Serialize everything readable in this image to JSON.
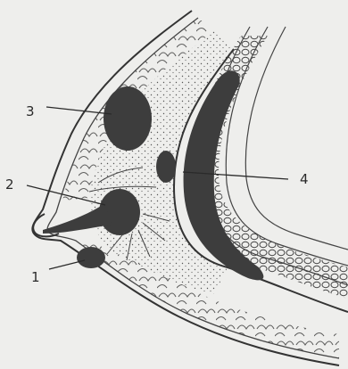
{
  "figure": {
    "colors": {
      "background": "#eeeeec",
      "ink": "#2a2a2a",
      "dark_mass": "#3d3d3d"
    },
    "labels": [
      {
        "id": "label-1",
        "text": "1"
      },
      {
        "id": "label-2",
        "text": "2"
      },
      {
        "id": "label-3",
        "text": "3"
      },
      {
        "id": "label-4",
        "text": "4"
      }
    ]
  }
}
